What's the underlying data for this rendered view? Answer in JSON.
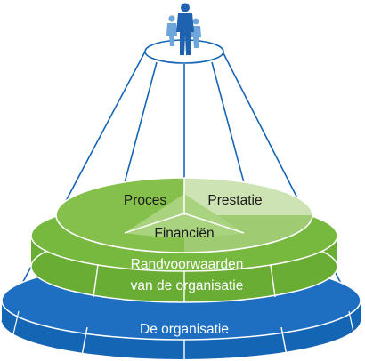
{
  "diagram": {
    "labels": {
      "proces": "Proces",
      "prestatie": "Prestatie",
      "financien": "Financiën",
      "randvoorwaarden_line1": "Randvoorwaarden",
      "randvoorwaarden_line2": "van de organisatie",
      "organisatie": "De organisatie"
    },
    "colors": {
      "blue": "#1565b5",
      "blue_light": "#2a7fd0",
      "green_band": "#77b83f",
      "green_top_left": "#86c04c",
      "green_top_right": "#cde3b3",
      "green_center": "#a9d37e",
      "figure": "#1f63b0",
      "figure_light": "#6ea6dc",
      "line": "#1565b5"
    }
  }
}
